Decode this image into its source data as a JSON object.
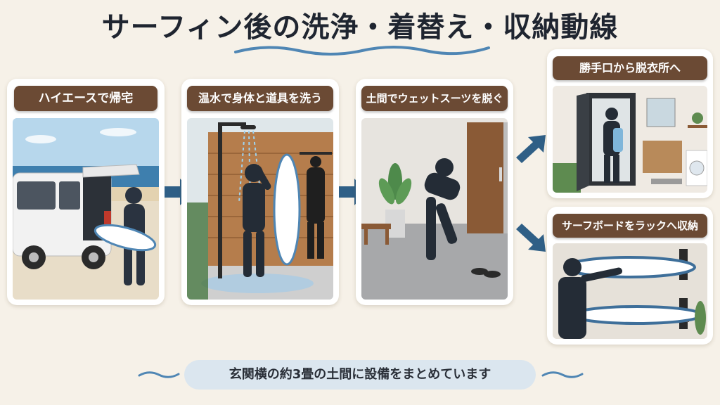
{
  "title": "サーフィン後の洗浄・着替え・収納動線",
  "steps": [
    {
      "label": "ハイエースで帰宅"
    },
    {
      "label": "温水で身体と道具を洗う"
    },
    {
      "label": "土間でウェットスーツを脱ぐ"
    },
    {
      "label": "勝手口から脱衣所へ"
    },
    {
      "label": "サーフボードをラックへ収納"
    }
  ],
  "footer": "玄関横の約3畳の土間に設備をまとめています",
  "colors": {
    "background": "#f6f1e8",
    "label_bg": "#6b4a34",
    "arrow": "#2f5f86",
    "wave": "#4f86b4",
    "pill": "#dbe6ef"
  }
}
